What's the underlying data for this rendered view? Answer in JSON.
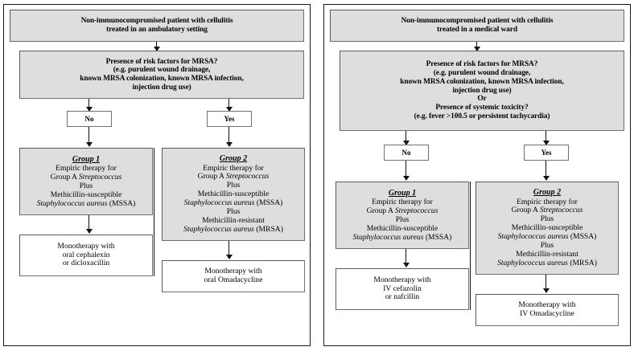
{
  "diagram": {
    "title": "Empiric therapy algorithm for cellulitis",
    "colors": {
      "shaded_box_fill": "#dedede",
      "plain_box_fill": "#ffffff",
      "box_border": "#6f6f6f",
      "panel_border": "#1a1a1a",
      "arrow": "#111111",
      "text": "#000000"
    }
  },
  "panels": [
    {
      "id": "ambulatory",
      "header": {
        "line1": "Non-immunocompromised patient with cellulitis",
        "line2": "treated in an ambulatory setting"
      },
      "decision": {
        "line1": "Presence of risk factors for MRSA?",
        "line2": "(e.g. purulent wound drainage,",
        "line3": "known MRSA colonization, known MRSA infection,",
        "line4": "injection drug use)"
      },
      "branch_no_label": "No",
      "branch_yes_label": "Yes",
      "group1": {
        "heading": "Group 1",
        "line1": "Empiric therapy for",
        "line2_pre": "Group A ",
        "line2_it": "Streptococcus",
        "line3": "Plus",
        "line4": "Methicillin-susceptible",
        "line5_it": "Staphylococcus aureus",
        "line5_post": " (MSSA)"
      },
      "group2": {
        "heading": "Group 2",
        "line1": "Empiric therapy for",
        "line2_pre": "Group A ",
        "line2_it": "Streptococcus",
        "line3": "Plus",
        "line4": "Methicillin-susceptible",
        "line5_it": "Staphylococcus aureus",
        "line5_post": " (MSSA)",
        "line6": "Plus",
        "line7": "Methicillin-resistant",
        "line8_it": "Staphylococcus aureus",
        "line8_post": " (MRSA)"
      },
      "treatment_no": {
        "line1": "Monotherapy with",
        "line2": "oral cephalexin",
        "line3": "or dicloxacillin"
      },
      "treatment_yes": {
        "line1": "Monotherapy with",
        "line2": "oral Omadacycline"
      }
    },
    {
      "id": "medical-ward",
      "header": {
        "line1": "Non-immunocompromised patient with cellulitis",
        "line2": "treated in a medical ward"
      },
      "decision": {
        "line1": "Presence of risk factors for MRSA?",
        "line2": "(e.g. purulent wound drainage,",
        "line3": "known MRSA colonization, known MRSA infection,",
        "line4": "injection drug use)",
        "line5": "Or",
        "line6": "Presence of systemic toxicity?",
        "line7": "(e.g. fever >100.5 or persistent tachycardia)"
      },
      "branch_no_label": "No",
      "branch_yes_label": "Yes",
      "group1": {
        "heading": "Group 1",
        "line1": "Empiric therapy for",
        "line2_pre": "Group A ",
        "line2_it": "Streptococcus",
        "line3": "Plus",
        "line4": "Methicillin-susceptible",
        "line5_it": "Staphylococcus aureus",
        "line5_post": " (MSSA)"
      },
      "group2": {
        "heading": "Group 2",
        "line1": "Empiric therapy for",
        "line2_pre": "Group A ",
        "line2_it": "Streptococcus",
        "line3": "Plus",
        "line4": "Methicillin-susceptible",
        "line5_it": "Staphylococcus aureus",
        "line5_post": " (MSSA)",
        "line6": "Plus",
        "line7": "Methicillin-resistant",
        "line8_it": "Staphylococcus aureus",
        "line8_post": " (MRSA)"
      },
      "treatment_no": {
        "line1": "Monotherapy with",
        "line2": "IV cefazolin",
        "line3": "or nafcillin"
      },
      "treatment_yes": {
        "line1": "Monotherapy with",
        "line2": "IV Omadacycline"
      }
    }
  ]
}
